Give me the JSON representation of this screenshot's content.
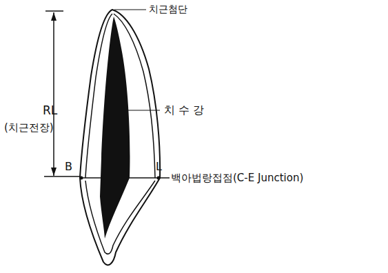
{
  "diagram": {
    "labels": [
      "치근첨단",
      "RL",
      "(치근전장)",
      "치 수 강",
      "B",
      "L",
      "백아법랑접점(C-E Junction)"
    ]
  }
}
